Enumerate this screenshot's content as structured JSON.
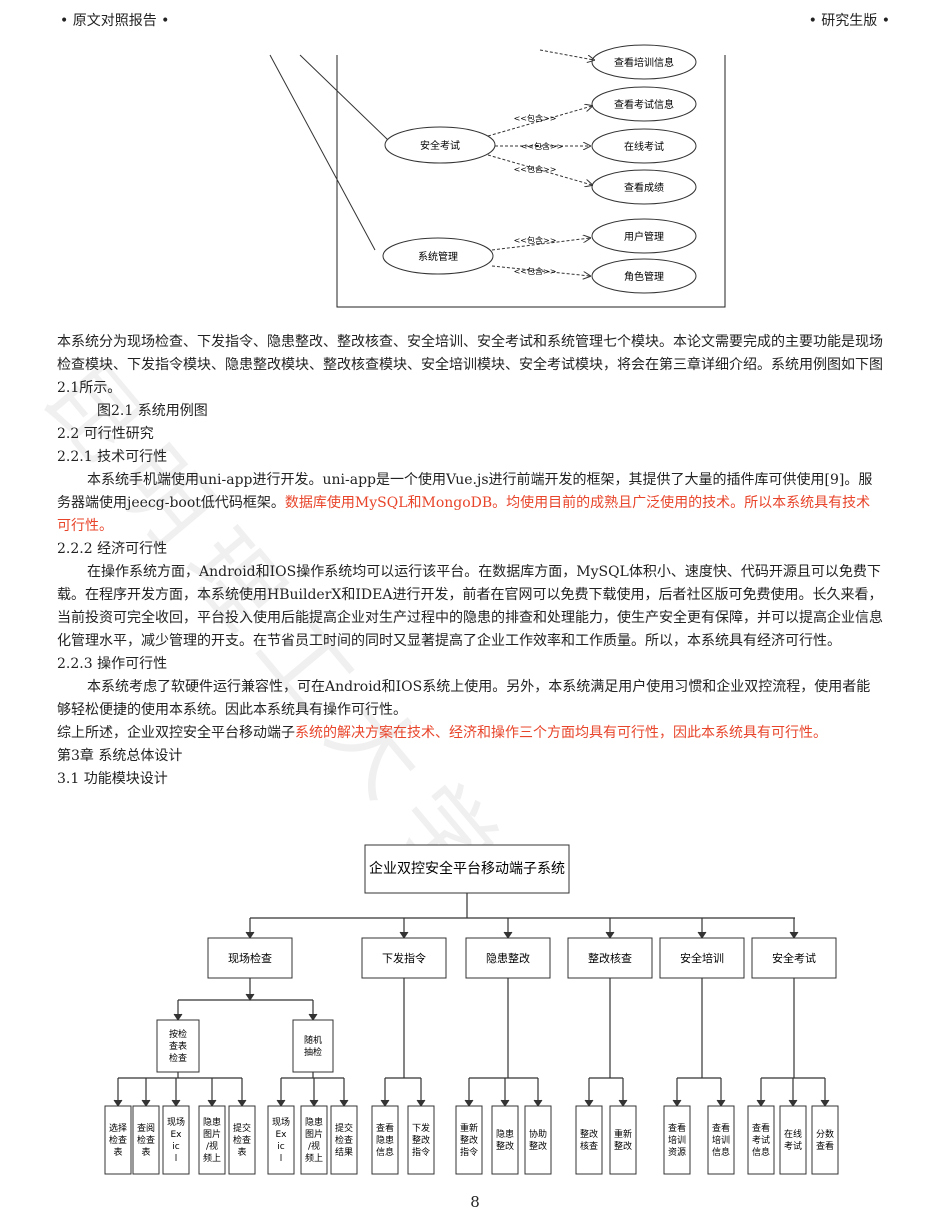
{
  "header": {
    "left": "• 原文对照报告 •",
    "right": "• 研究生版 •"
  },
  "watermark": "昆明理工大学",
  "usecase": {
    "nodes": {
      "view_training": "查看培训信息",
      "view_exam_info": "查看考试信息",
      "safety_exam": "安全考试",
      "online_exam": "在线考试",
      "view_score": "查看成绩",
      "sys_manage": "系统管理",
      "user_manage": "用户管理",
      "role_manage": "角色管理"
    },
    "include_label": "<<包含>>"
  },
  "body": {
    "p1": "本系统分为现场检查、下发指令、隐患整改、整改核查、安全培训、安全考试和系统管理七个模块。本论文需要完成的主要功能是现场检查模块、下发指令模块、隐患整改模块、整改核查模块、安全培训模块、安全考试模块，将会在第三章详细介绍。系统用例图如下图2.1所示。",
    "fig_caption": "图2.1 系统用例图",
    "h_2_2": "2.2 可行性研究",
    "h_2_2_1": "2.2.1 技术可行性",
    "p2_black": "本系统手机端使用uni-app进行开发。uni-app是一个使用Vue.js进行前端开发的框架，其提供了大量的插件库可供使用[9]。服务器端使用jeecg-boot低代码框架。",
    "p2_red": "数据库使用MySQL和MongoDB。均使用目前的成熟且广泛使用的技术。所以本系统具有技术可行性。",
    "h_2_2_2": "2.2.2 经济可行性",
    "p3": "在操作系统方面，Android和IOS操作系统均可以运行该平台。在数据库方面，MySQL体积小、速度快、代码开源且可以免费下载。在程序开发方面，本系统使用HBuilderX和IDEA进行开发，前者在官网可以免费下载使用，后者社区版可免费使用。长久来看，当前投资可完全收回，平台投入使用后能提高企业对生产过程中的隐患的排查和处理能力，使生产安全更有保障，并可以提高企业信息化管理水平，减少管理的开支。在节省员工时间的同时又显著提高了企业工作效率和工作质量。所以，本系统具有经济可行性。",
    "h_2_2_3": "2.2.3 操作可行性",
    "p4": "本系统考虑了软硬件运行兼容性，可在Android和IOS系统上使用。另外，本系统满足用户使用习惯和企业双控流程，使用者能够轻松便捷的使用本系统。因此本系统具有操作可行性。",
    "p5_black": "综上所述，企业双控安全平台移动端子",
    "p5_red": "系统的解决方案在技术、经济和操作三个方面均具有可行性，因此本系统具有可行性。",
    "h_ch3": "第3章 系统总体设计",
    "h_3_1": "3.1 功能模块设计"
  },
  "tree": {
    "root": "企业双控安全平台移动端子系统",
    "modules": [
      "现场检查",
      "下发指令",
      "隐患整改",
      "整改核查",
      "安全培训",
      "安全考试"
    ],
    "sub": [
      "按检查表检查",
      "随机抽检"
    ],
    "leaves": [
      "选择检查表",
      "查阅检查表",
      "现场Exicl",
      "隐患图片/视频上传",
      "提交检查表",
      "现场Exicl",
      "隐患图片/视频上传",
      "提交检查结果",
      "查看隐患信息",
      "下发整改指令",
      "重新整改指令",
      "隐患整改",
      "协助整改",
      "整改核查",
      "重新整改",
      "查看培训资源",
      "查看培训信息",
      "查看考试信息",
      "在线考试",
      "分数查看"
    ]
  },
  "page_number": "8"
}
